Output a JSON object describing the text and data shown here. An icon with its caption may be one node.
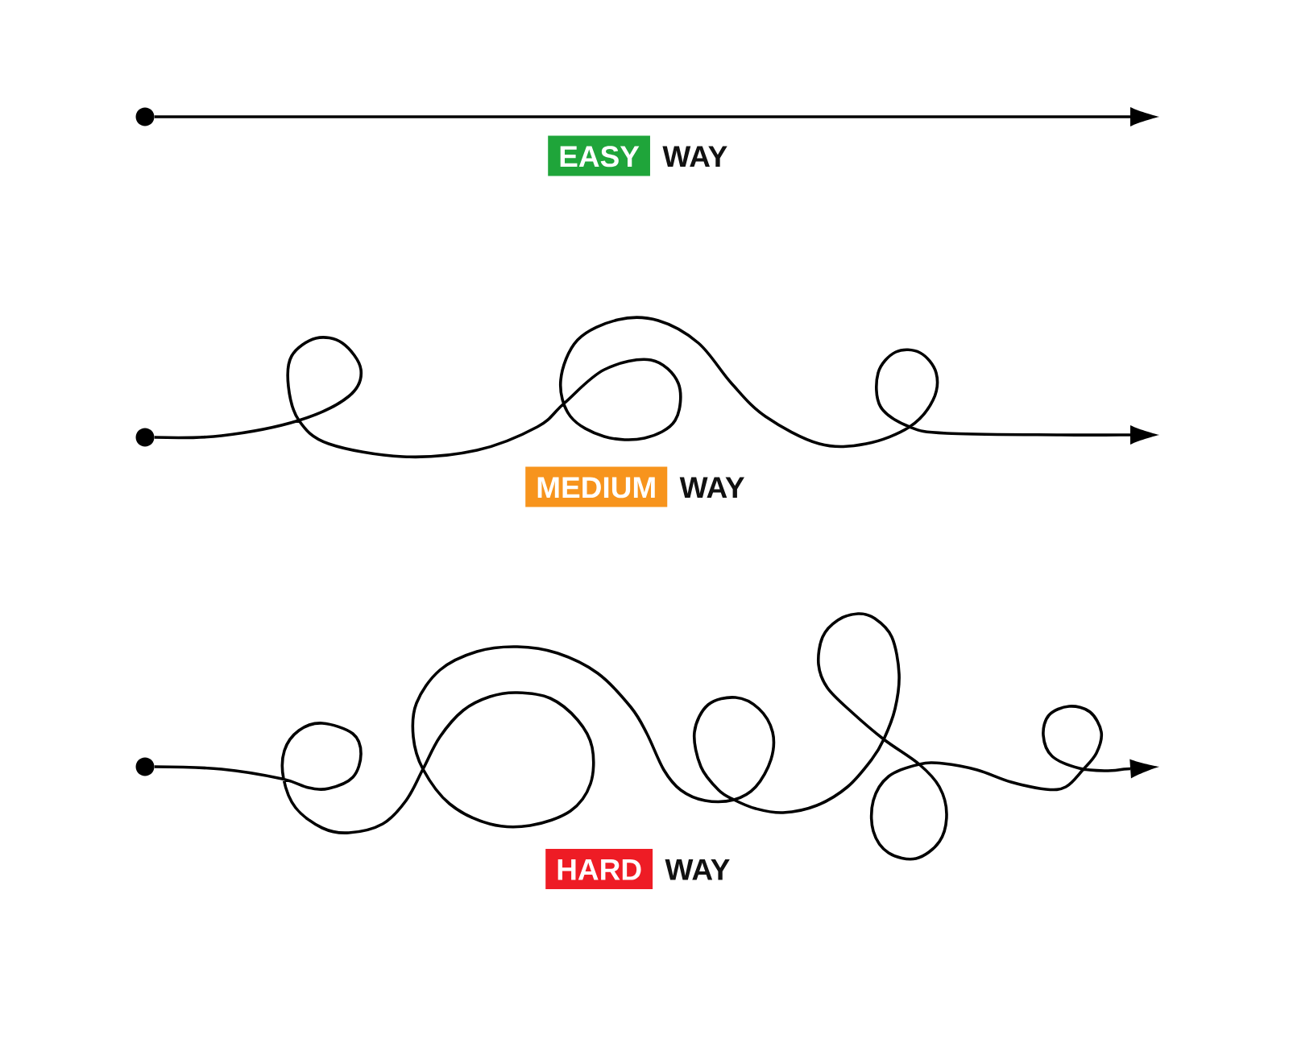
{
  "diagram": {
    "nodes": [
      {
        "text": [],
        "shape": "circle"
      },
      {
        "text": [
          "EASY"
        ],
        "beside": [
          "WAY"
        ]
      },
      {
        "text": [],
        "shape": "circle"
      },
      {
        "text": [
          "MEDIUM"
        ],
        "beside": [
          "WAY"
        ]
      },
      {
        "text": [],
        "shape": "circle"
      },
      {
        "text": [
          "HARD"
        ],
        "beside": [
          "WAY"
        ]
      }
    ],
    "edges": [
      {
        "from": 0,
        "to": null,
        "arrow": "to"
      },
      {
        "from": 2,
        "to": null,
        "arrow": "to"
      },
      {
        "from": 4,
        "to": null,
        "arrow": "to"
      }
    ]
  }
}
